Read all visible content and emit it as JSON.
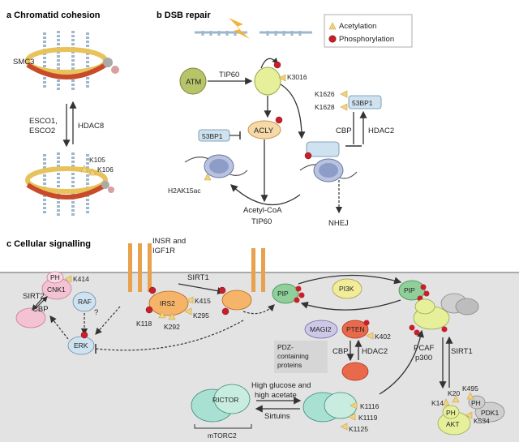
{
  "legend": {
    "acetylation": "Acetylation",
    "phosphorylation": "Phosphorylation"
  },
  "colors": {
    "acetyl_triangle": "#f2d27a",
    "phospho_dot": "#c8202a",
    "cell_membrane_bg": "#e3e3e3",
    "membrane_line": "#a9a9a9",
    "receptor": "#e8a14c",
    "blue_protein": "#cfe2ef",
    "lime_protein": "#e6ef9a",
    "teal_protein": "#a8e0d2"
  },
  "panel_a": {
    "title": "a  Chromatid cohesion",
    "smc3": "SMC3",
    "esco": [
      "ESCO1,",
      "ESCO2"
    ],
    "hdac8": "HDAC8",
    "k105": "K105",
    "k106": "K106"
  },
  "panel_b": {
    "title": "b  DSB repair",
    "atm": "ATM",
    "tip60_top": "TIP60",
    "k3016": "K3016",
    "acly": "ACLY",
    "bp1_left": "53BP1",
    "h2ak15ac": "H2AK15ac",
    "acetyl_coa": "Acetyl-CoA",
    "tip60_bottom": "TIP60",
    "k1626": "K1626",
    "k1628": "K1628",
    "bp1_right": "53BP1",
    "cbp": "CBP",
    "hdac2": "HDAC2",
    "nhej": "NHEJ"
  },
  "panel_c": {
    "title": "c  Cellular signalling",
    "insr": [
      "INSR and",
      "IGF1R"
    ],
    "sirt1_top": "SIRT1",
    "ph": "PH",
    "cnk1": "CNK1",
    "k414": "K414",
    "sirt2": "SIRT2",
    "cbp_left": "CBP",
    "raf": "RAF",
    "erk": "ERK",
    "question": "?",
    "irs2": "IRS2",
    "k415": "K415",
    "k295": "K295",
    "k118": "K118",
    "k292": "K292",
    "pip_left": "PIP",
    "pi3k": "PI3K",
    "pip_right": "PIP",
    "magi2": "MAGI2",
    "pten": "PTEN",
    "k402": "K402",
    "pdz": [
      "PDZ-",
      "containing",
      "proteins"
    ],
    "cbp_mid": "CBP",
    "hdac2": "HDAC2",
    "pcaf": "PCAF",
    "p300": "p300",
    "sirt1_right": "SIRT1",
    "high_glucose": [
      "High glucose and",
      "high acetate"
    ],
    "sirtuins": "Sirtuins",
    "rictor": "RICTOR",
    "mtorc2": "mTORC2",
    "k1116": "K1116",
    "k1119": "K1119",
    "k1125": "K1125",
    "k14": "K14",
    "k20": "K20",
    "k495": "K495",
    "k534": "K534",
    "ph_akt": "PH",
    "akt": "AKT",
    "ph_pdk1": "PH",
    "pdk1": "PDK1"
  }
}
